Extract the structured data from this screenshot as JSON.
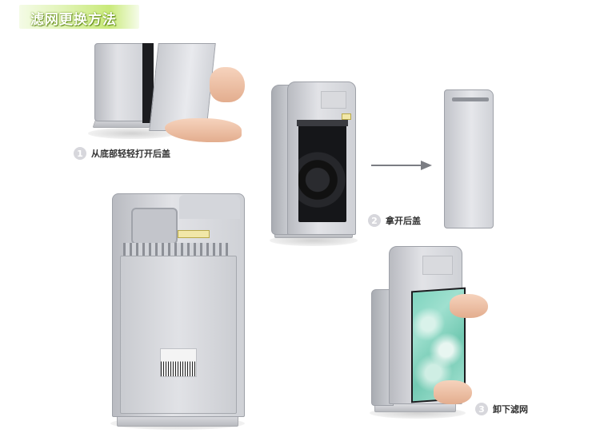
{
  "title": "滤网更换方法",
  "steps": [
    {
      "number": "1",
      "text": "从底部轻轻打开后盖"
    },
    {
      "number": "2",
      "text": "拿开后盖"
    },
    {
      "number": "3",
      "text": "卸下滤网"
    }
  ]
}
